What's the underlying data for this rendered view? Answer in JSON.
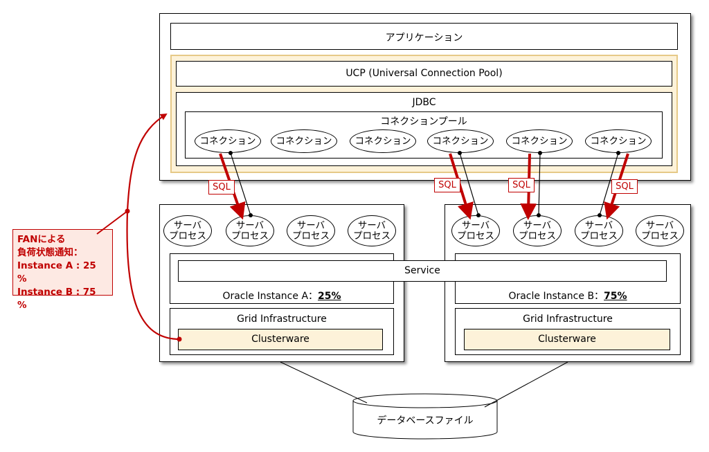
{
  "app": {
    "label": "アプリケーション"
  },
  "ucp": {
    "label": "UCP (Universal Connection Pool)"
  },
  "jdbc": {
    "label": "JDBC"
  },
  "pool": {
    "label": "コネクションプール",
    "connections": [
      "コネクション",
      "コネクション",
      "コネクション",
      "コネクション",
      "コネクション",
      "コネクション"
    ]
  },
  "sql_label": "SQL",
  "process": {
    "line1": "サーバ",
    "line2": "プロセス"
  },
  "service": {
    "label": "Service"
  },
  "instance_a": {
    "name": "Oracle Instance A：",
    "load": "25%"
  },
  "instance_b": {
    "name": "Oracle Instance B：",
    "load": "75%"
  },
  "grid": {
    "label": "Grid Infrastructure"
  },
  "clusterware": {
    "label": "Clusterware"
  },
  "storage": {
    "label": "データベースファイル"
  },
  "fan": {
    "line1": "FANによる",
    "line2": "負荷状態通知：",
    "line3": "Instance A : 25 %",
    "line4": "Instance B : 75 %"
  },
  "colors": {
    "accent": "#c00000",
    "ucp_fill": "#fdf2d9",
    "ucp_border": "#e6c987",
    "fan_fill": "#fde9e3"
  }
}
